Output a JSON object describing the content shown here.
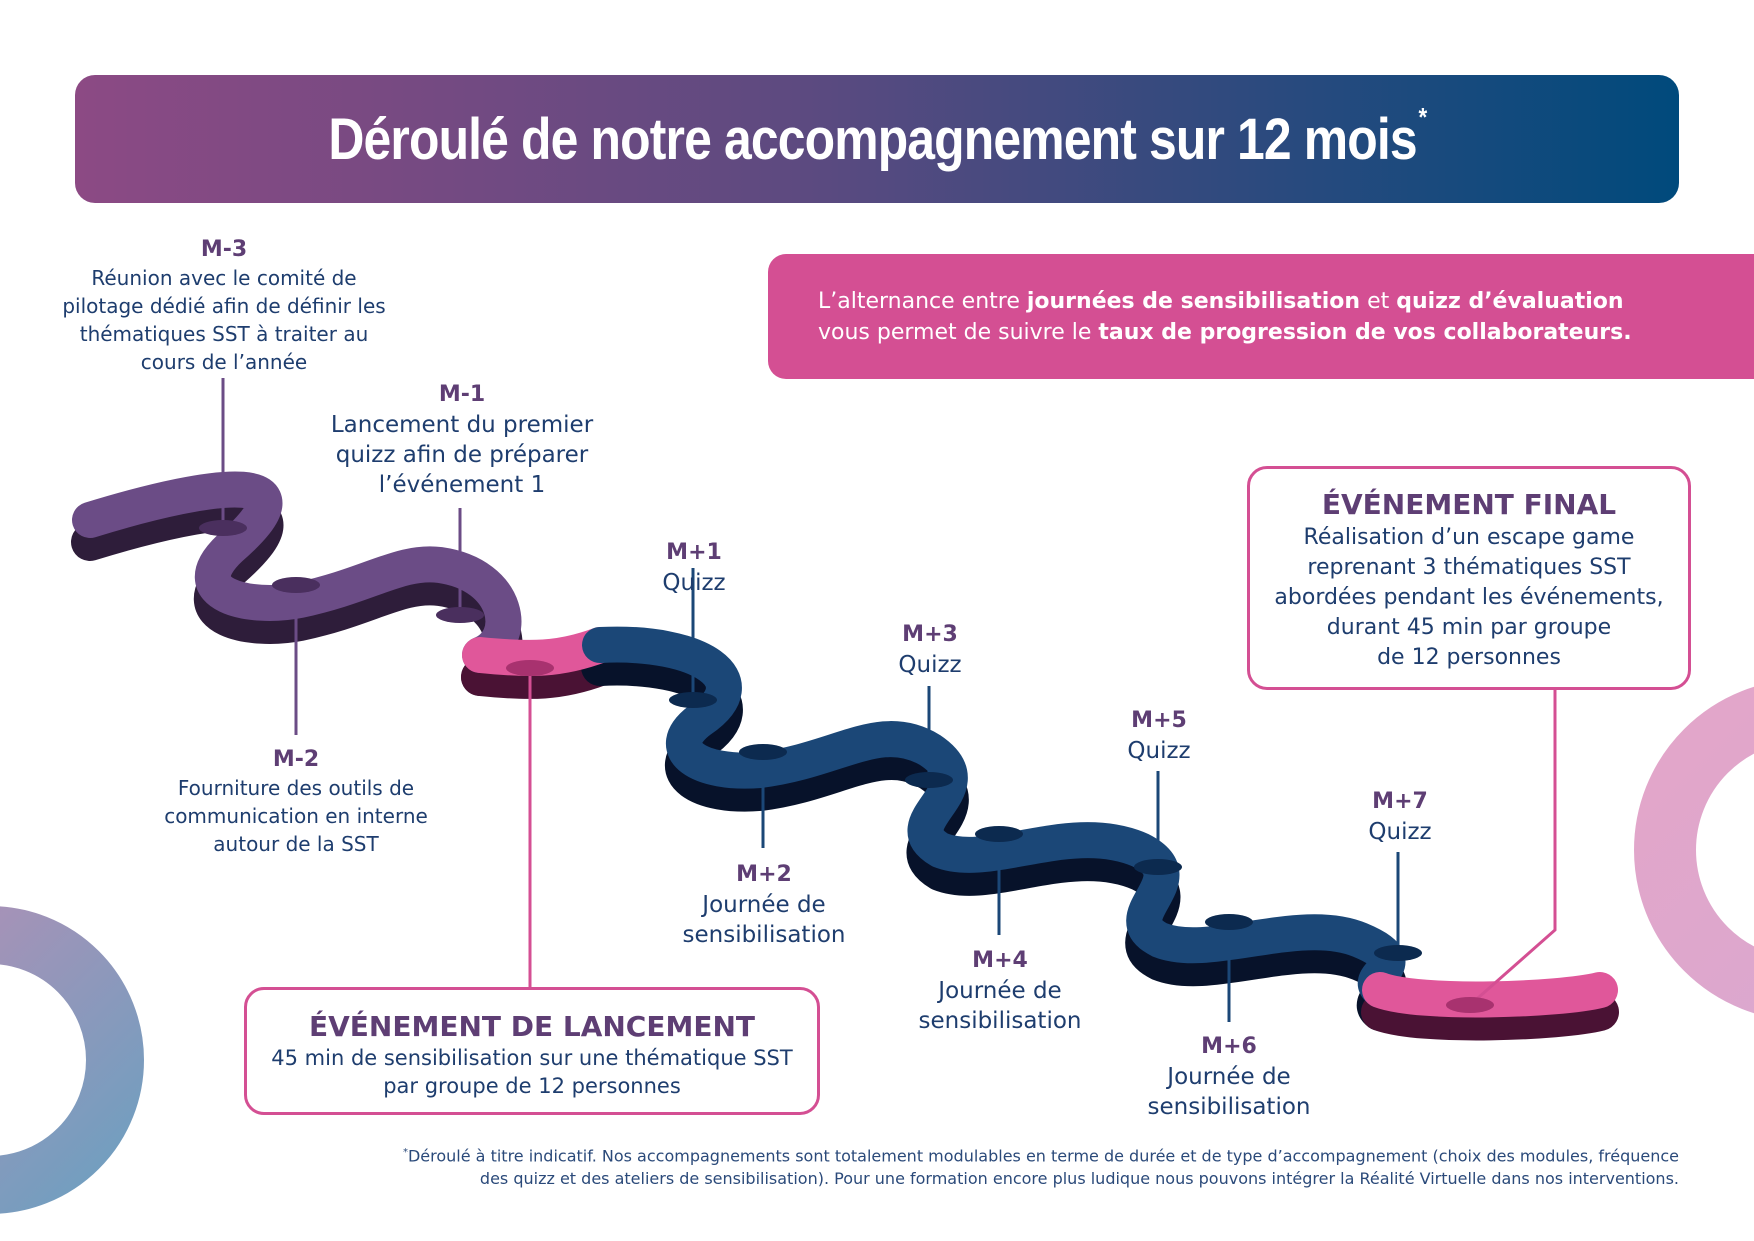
{
  "title": "Déroulé de notre accompagnement sur 12 mois",
  "title_mark": "*",
  "banner": {
    "t1": "L’alternance entre ",
    "b1": "journées de sensibilisation",
    "t2": " et ",
    "b2": "quizz d’évaluation",
    "t3": "vous permet de suivre le ",
    "b3": "taux de progression de vos collaborateurs."
  },
  "steps": [
    {
      "m": "M-3",
      "l1": "Réunion avec le comité de",
      "l2": "pilotage dédié afin de définir les",
      "l3": "thématiques SST à traiter au",
      "l4": "cours de l’année"
    },
    {
      "m": "M-2",
      "l1": "Fourniture des outils de",
      "l2": "communication en interne",
      "l3": "autour de la SST"
    },
    {
      "m": "M-1",
      "l1": "Lancement du premier",
      "l2": "quizz afin de préparer",
      "l3": "l’événement 1"
    },
    {
      "m": "M+1",
      "l1": "Quizz"
    },
    {
      "m": "M+2",
      "l1": "Journée de",
      "l2": "sensibilisation"
    },
    {
      "m": "M+3",
      "l1": "Quizz"
    },
    {
      "m": "M+4",
      "l1": "Journée de",
      "l2": "sensibilisation"
    },
    {
      "m": "M+5",
      "l1": "Quizz"
    },
    {
      "m": "M+6",
      "l1": "Journée de",
      "l2": "sensibilisation"
    },
    {
      "m": "M+7",
      "l1": "Quizz"
    }
  ],
  "lancement": {
    "title": "ÉVÉNEMENT DE LANCEMENT",
    "l1": "45 min de sensibilisation sur une thématique SST",
    "l2": "par groupe de 12 personnes"
  },
  "final": {
    "title": "ÉVÉNEMENT FINAL",
    "l1": "Réalisation d’un escape game",
    "l2": "reprenant 3 thématiques SST",
    "l3": "abordées pendant les événements,",
    "l4": "durant 45 min par groupe",
    "l5": "de 12 personnes"
  },
  "footnote": {
    "mark": "*",
    "l1": "Déroulé à titre indicatif. Nos accompagnements sont totalement modulables en terme de durée et de type d’accompagnement (choix des modules, fréquence",
    "l2": "des quizz et des ateliers de sensibilisation). Pour une formation encore plus ludique nous pouvons intégrer la Réalité Virtuelle dans nos interventions."
  },
  "colors": {
    "purple": "#6b4c86",
    "pink": "#e0579a",
    "navy": "#1b4777",
    "banner": "#d44f93"
  }
}
